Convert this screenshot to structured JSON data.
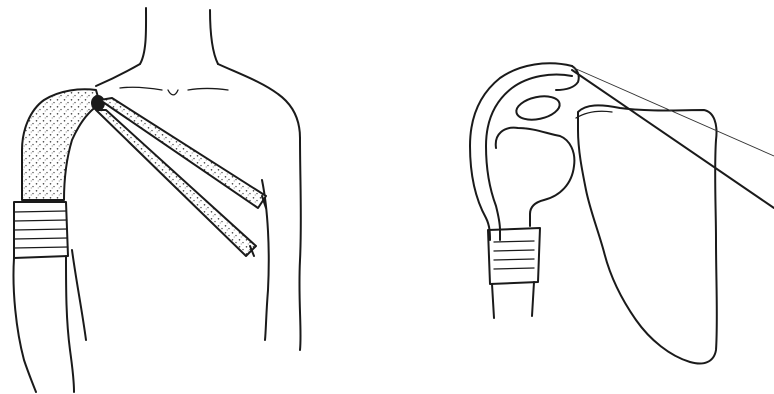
{
  "figure": {
    "panels": [
      {
        "id": "left",
        "subject": "torso-front-view-with-shoulder-taping"
      },
      {
        "id": "right",
        "subject": "shoulder-joint-bone-view-with-tape-lines"
      }
    ]
  }
}
